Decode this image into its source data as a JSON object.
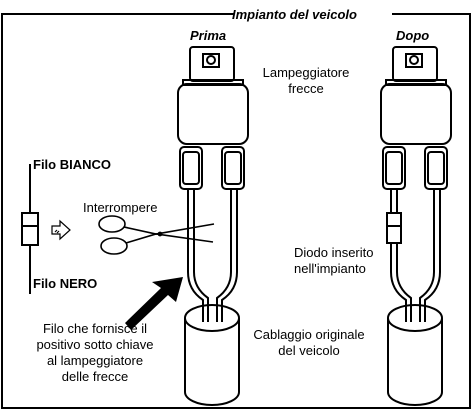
{
  "diagram": {
    "title": "Impianto del veicolo",
    "before_label": "Prima",
    "after_label": "Dopo",
    "flasher_label": [
      "Lampeggiatore",
      "frecce"
    ],
    "white_wire_label": "Filo BIANCO",
    "black_wire_label": "Filo NERO",
    "cut_label": "Interrompere",
    "diode_label": [
      "Diodo inserito",
      "nell'impianto"
    ],
    "positive_wire_label": [
      "Filo che fornisce il",
      "positivo sotto chiave",
      "al lampeggiatore",
      "delle frecce"
    ],
    "harness_label": [
      "Cablaggio originale",
      "del veicolo"
    ]
  }
}
